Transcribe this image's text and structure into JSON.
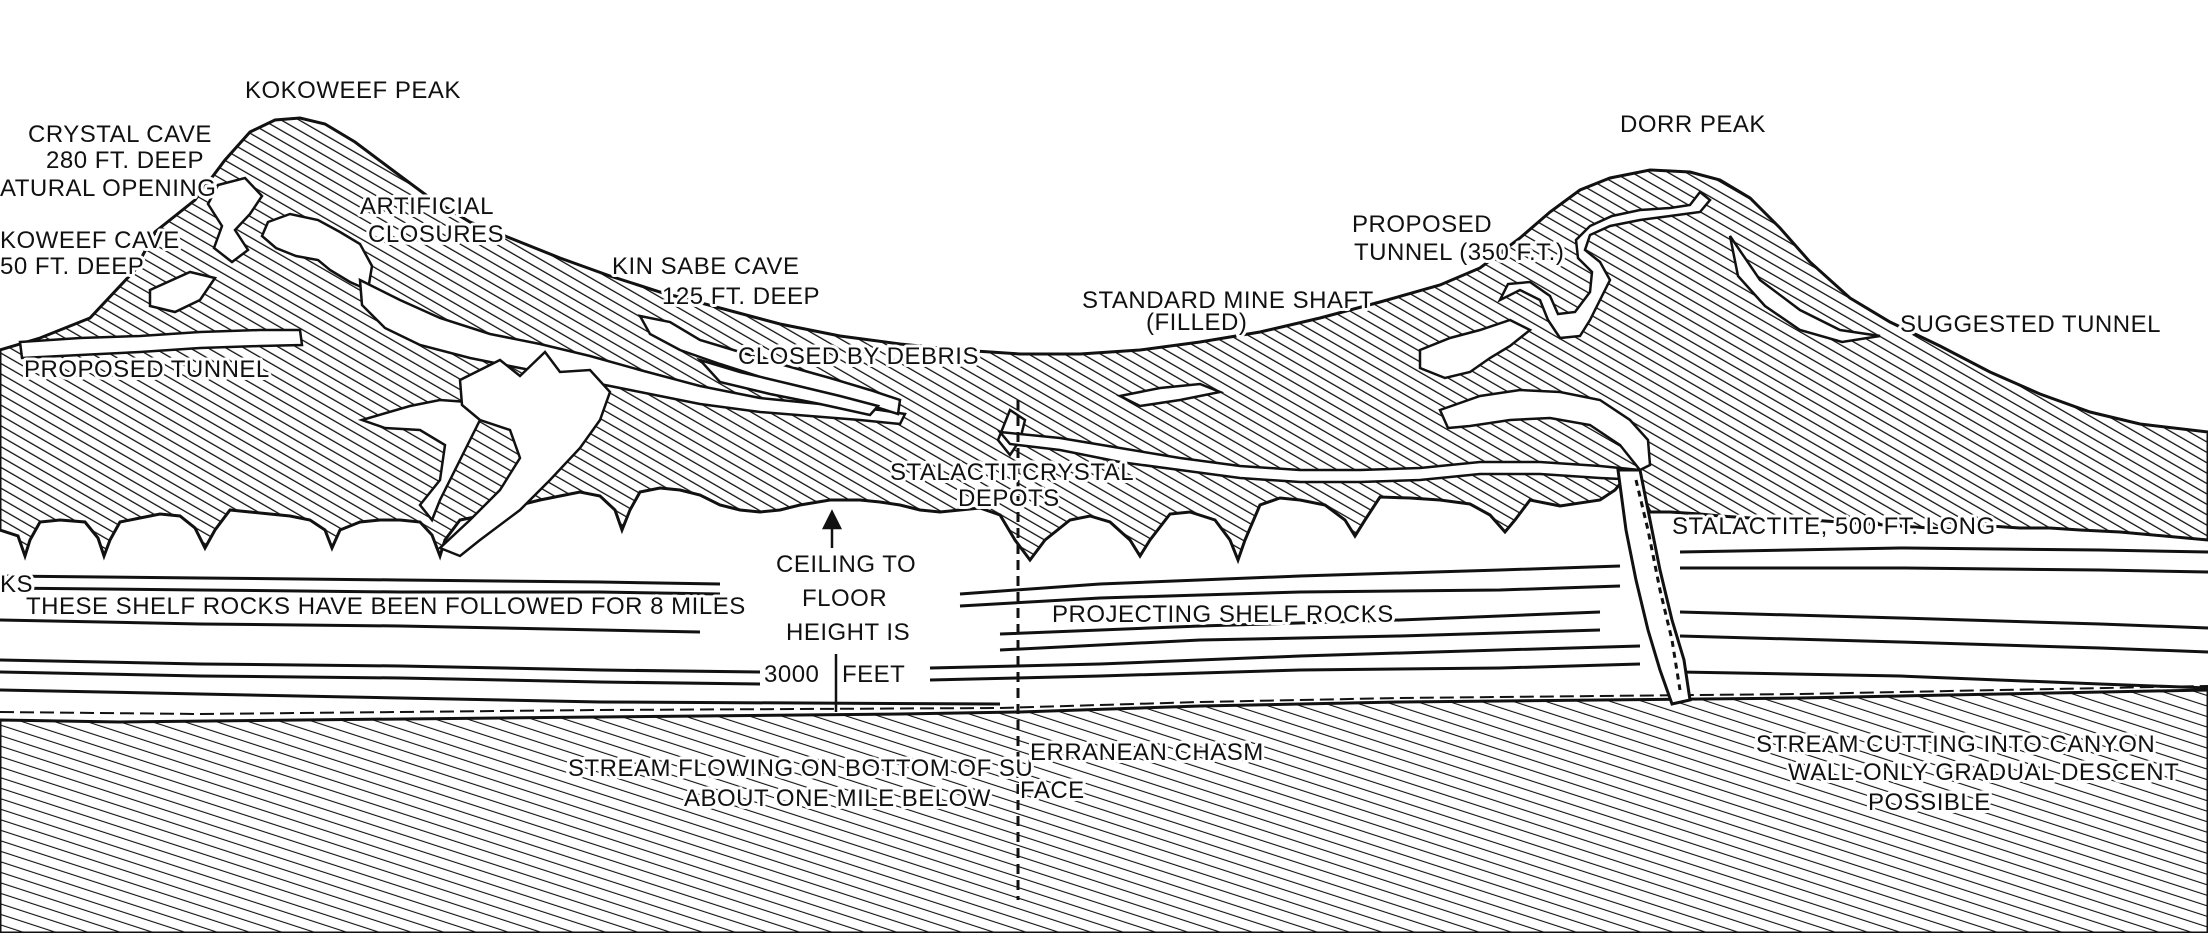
{
  "labels": {
    "kokoweef_peak": "KOKOWEEF PEAK",
    "crystal_cave": "CRYSTAL CAVE",
    "crystal_cave_depth": "280 FT. DEEP",
    "natural_opening": "ATURAL OPENING",
    "kokoweef_cave": "KOWEEF CAVE",
    "kokoweef_cave_depth": "50 FT. DEEP",
    "artificial": "ARTIFICIAL",
    "closures": "CLOSURES",
    "proposed_tunnel_left": "PROPOSED TUNNEL",
    "kin_sabe_cave": "KIN SABE CAVE",
    "kin_sabe_depth": "125 FT. DEEP",
    "closed_by_debris": "CLOSED BY DEBRIS",
    "standard_mine_shaft": "STANDARD MINE SHAFT",
    "filled": "(FILLED)",
    "dorr_peak": "DORR PEAK",
    "proposed": "PROPOSED",
    "tunnel_350": "TUNNEL (350 F.T.)",
    "suggested_tunnel": "SUGGESTED TUNNEL",
    "stalactite_crystal": "STALACTITCRYSTAL",
    "deposits": "DEPOTS",
    "stalactite_500": "STALACTITE, 500 FT. LONG",
    "rocks_edge": "KS",
    "shelf_rocks_followed": "THESE SHELF ROCKS HAVE BEEN FOLLOWED FOR 8 MILES",
    "ceiling_to": "CEILING TO",
    "floor": "FLOOR",
    "height_is": "HEIGHT IS",
    "three_thousand": "3000",
    "feet": "FEET",
    "projecting_shelf_rocks": "PROJECTING SHELF ROCKS",
    "stream_flowing": "STREAM FLOWING ON BOTTOM OF SU",
    "erranean_chasm": "ERRANEAN CHASM",
    "about_one_mile": "ABOUT ONE MILE BELOW",
    "face": "FACE",
    "stream_cutting": "STREAM CUTTING INTO CANYON",
    "wall_only": "WALL-ONLY GRADUAL DESCENT",
    "possible": "POSSIBLE"
  },
  "colors": {
    "ink": "#111111",
    "paper": "#ffffff"
  }
}
